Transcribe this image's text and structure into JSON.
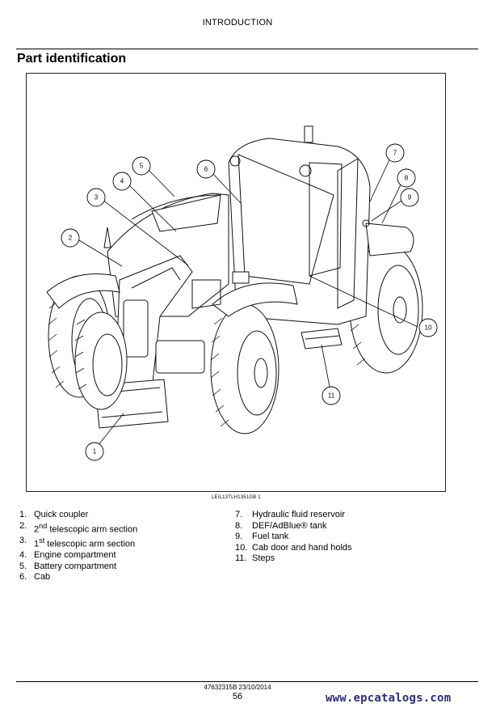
{
  "header": {
    "title": "INTRODUCTION"
  },
  "section": {
    "title": "Part identification"
  },
  "figure": {
    "reference": "LEIL13TLH1351GB     1",
    "callouts": [
      "1",
      "2",
      "3",
      "4",
      "5",
      "6",
      "7",
      "8",
      "9",
      "10",
      "11"
    ]
  },
  "legend_left": [
    {
      "num": "1.",
      "label": "Quick coupler"
    },
    {
      "num": "2.",
      "label_html": "2<sup>nd</sup> telescopic arm section"
    },
    {
      "num": "3.",
      "label_html": "1<sup>st</sup> telescopic arm section"
    },
    {
      "num": "4.",
      "label": "Engine compartment"
    },
    {
      "num": "5.",
      "label": "Battery compartment"
    },
    {
      "num": "6.",
      "label": "Cab"
    }
  ],
  "legend_right": [
    {
      "num": "7.",
      "label": "Hydraulic fluid reservoir"
    },
    {
      "num": "8.",
      "label": "DEF/AdBlue® tank"
    },
    {
      "num": "9.",
      "label": "Fuel tank"
    },
    {
      "num": "10.",
      "label": "Cab door and hand holds"
    },
    {
      "num": "11.",
      "label": "Steps"
    }
  ],
  "footer": {
    "doc_ref": "47632315B 23/10/2014",
    "page": "56",
    "watermark": "www.epcatalogs.com"
  }
}
